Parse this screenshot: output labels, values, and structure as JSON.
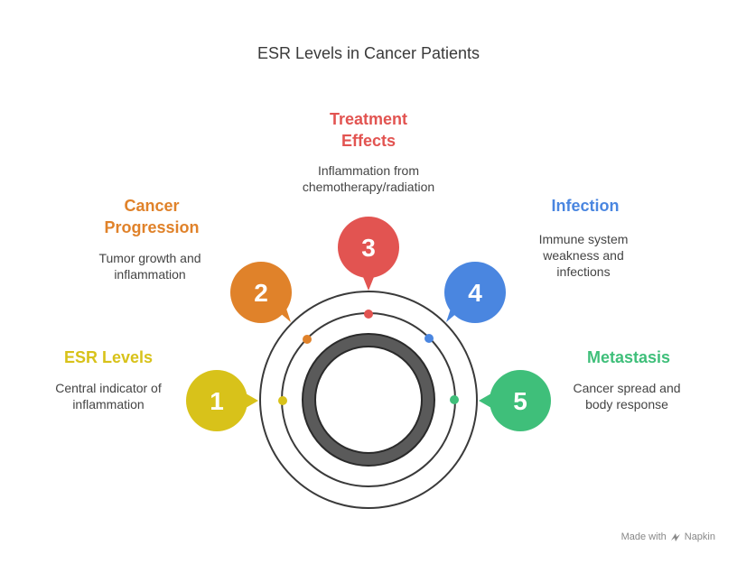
{
  "title": "ESR Levels in Cancer Patients",
  "steps": [
    {
      "number": "1",
      "label": "ESR Levels",
      "description": "Central indicator of inflammation",
      "color": "#D8C21A"
    },
    {
      "number": "2",
      "label": "Cancer Progression",
      "description": "Tumor growth and inflammation",
      "color": "#E0822A"
    },
    {
      "number": "3",
      "label": "Treatment Effects",
      "description": "Inflammation from chemotherapy/radiation",
      "color": "#E25451"
    },
    {
      "number": "4",
      "label": "Infection",
      "description": "Immune system weakness and infections",
      "color": "#4A86E0"
    },
    {
      "number": "5",
      "label": "Metastasis",
      "description": "Cancer spread and body response",
      "color": "#3FBF7A"
    }
  ],
  "footer": {
    "prefix": "Made with",
    "brand": "Napkin"
  }
}
